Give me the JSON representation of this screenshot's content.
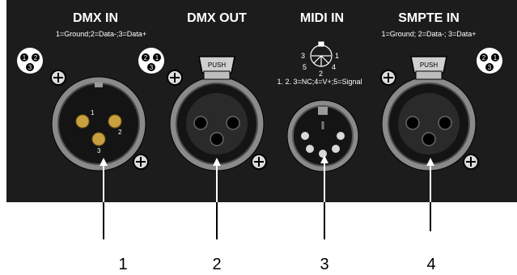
{
  "connectors": [
    {
      "title": "DMX IN",
      "wiring": "1=Ground;2=Data-;3=Data+",
      "number": "1"
    },
    {
      "title": "DMX OUT",
      "wiring": "",
      "number": "2"
    },
    {
      "title": "MIDI IN",
      "wiring": "1. 2. 3=NC;4=V+;5=Signal",
      "number": "3"
    },
    {
      "title": "SMPTE IN",
      "wiring": "1=Ground; 2=Data-; 3=Data+",
      "number": "4"
    }
  ],
  "push_label": "PUSH",
  "pin_labels": [
    "1",
    "2",
    "3"
  ],
  "midi_pin_diagram": [
    "1",
    "2",
    "3",
    "4",
    "5"
  ],
  "colors": {
    "panel": "#1c1c1c",
    "gold_pin": "#c8a040",
    "text": "#ffffff"
  }
}
